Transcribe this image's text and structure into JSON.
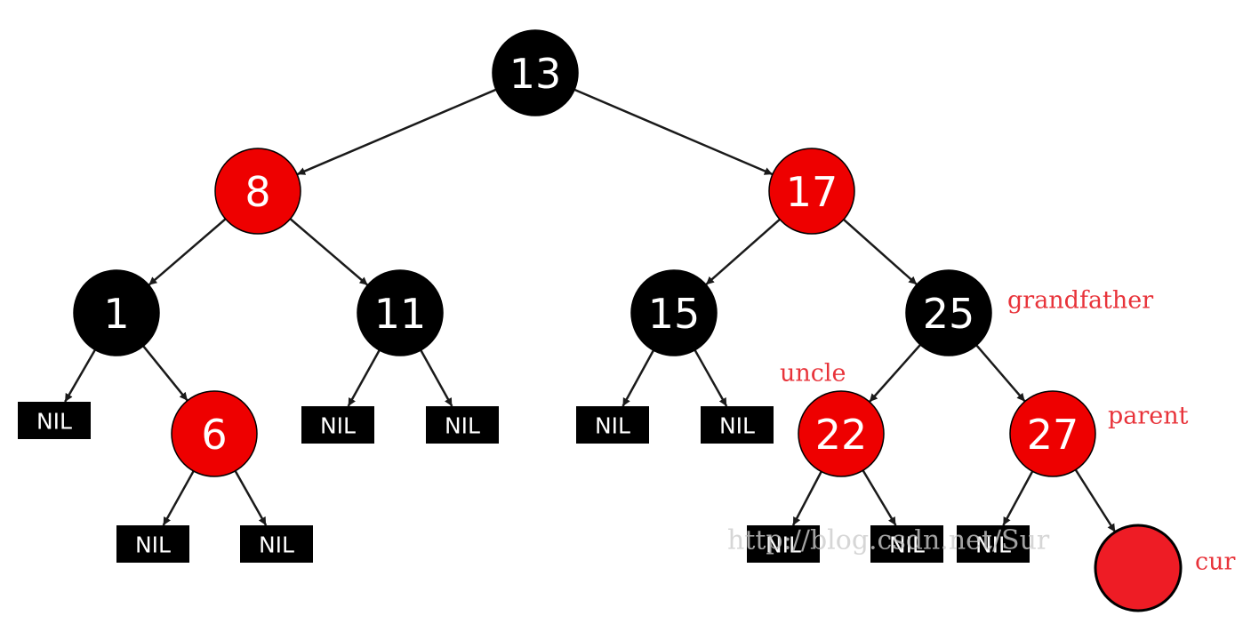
{
  "colors": {
    "red_node": "#ee0000",
    "black_node": "#000000",
    "cur_node": "#ee1c25",
    "edge": "#1a1a1a",
    "annotation_text": "#e8333a"
  },
  "nodes": [
    {
      "id": "n13",
      "label": "13",
      "color": "black"
    },
    {
      "id": "n8",
      "label": "8",
      "color": "red"
    },
    {
      "id": "n17",
      "label": "17",
      "color": "red"
    },
    {
      "id": "n1",
      "label": "1",
      "color": "black"
    },
    {
      "id": "n11",
      "label": "11",
      "color": "black"
    },
    {
      "id": "n15",
      "label": "15",
      "color": "black"
    },
    {
      "id": "n25",
      "label": "25",
      "color": "black"
    },
    {
      "id": "n6",
      "label": "6",
      "color": "red"
    },
    {
      "id": "n22",
      "label": "22",
      "color": "red"
    },
    {
      "id": "n27",
      "label": "27",
      "color": "red"
    },
    {
      "id": "cur",
      "label": "",
      "color": "cur"
    }
  ],
  "nil_label": "NIL",
  "nil_leaves": [
    {
      "id": "nil-1a"
    },
    {
      "id": "nil-6a"
    },
    {
      "id": "nil-6b"
    },
    {
      "id": "nil-11a"
    },
    {
      "id": "nil-11b"
    },
    {
      "id": "nil-15a"
    },
    {
      "id": "nil-15b"
    },
    {
      "id": "nil-22a"
    },
    {
      "id": "nil-22b"
    },
    {
      "id": "nil-27a"
    }
  ],
  "edges": [
    [
      "n13",
      "n8"
    ],
    [
      "n13",
      "n17"
    ],
    [
      "n8",
      "n1"
    ],
    [
      "n8",
      "n11"
    ],
    [
      "n17",
      "n15"
    ],
    [
      "n17",
      "n25"
    ],
    [
      "n1",
      "nil-1a"
    ],
    [
      "n1",
      "n6"
    ],
    [
      "n6",
      "nil-6a"
    ],
    [
      "n6",
      "nil-6b"
    ],
    [
      "n11",
      "nil-11a"
    ],
    [
      "n11",
      "nil-11b"
    ],
    [
      "n15",
      "nil-15a"
    ],
    [
      "n15",
      "nil-15b"
    ],
    [
      "n25",
      "n22"
    ],
    [
      "n25",
      "n27"
    ],
    [
      "n22",
      "nil-22a"
    ],
    [
      "n22",
      "nil-22b"
    ],
    [
      "n27",
      "nil-27a"
    ],
    [
      "n27",
      "cur"
    ]
  ],
  "annotations": {
    "grandfather": "grandfather",
    "uncle": "uncle",
    "parent": "parent",
    "cur": "cur"
  },
  "watermark": "http://blog.csdn.net/Sur"
}
